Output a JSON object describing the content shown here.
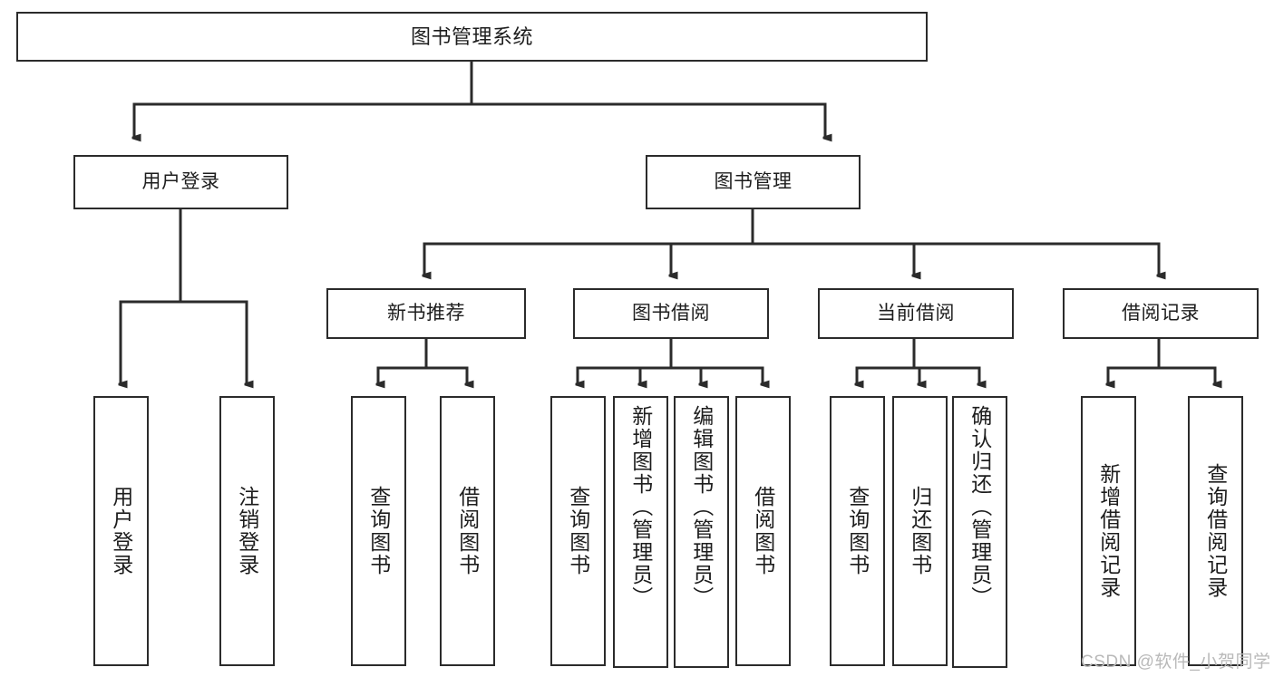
{
  "diagram": {
    "title": "图书管理系统",
    "type": "hierarchy-tree",
    "stroke_color": "#2b2b2b",
    "fill_color": "#ffffff",
    "text_color": "#1d1d1d",
    "watermark": "CSDN @软件_小贺同学",
    "watermark_color": "#b9b9b9"
  },
  "nodes": {
    "root": {
      "label": "图书管理系统",
      "level": 0
    },
    "level1": [
      {
        "id": "user-login",
        "label": "用户登录"
      },
      {
        "id": "book-manage",
        "label": "图书管理"
      }
    ],
    "level2": [
      {
        "id": "new-book-recommend",
        "label": "新书推荐",
        "parent": "book-manage"
      },
      {
        "id": "book-borrow",
        "label": "图书借阅",
        "parent": "book-manage"
      },
      {
        "id": "current-borrow",
        "label": "当前借阅",
        "parent": "book-manage"
      },
      {
        "id": "borrow-record",
        "label": "借阅记录",
        "parent": "book-manage"
      }
    ],
    "leaves": [
      {
        "id": "leaf-user-login",
        "label": "用户登录",
        "parent": "user-login"
      },
      {
        "id": "leaf-user-logout",
        "label": "注销登录",
        "parent": "user-login"
      },
      {
        "id": "leaf-query-book-1",
        "label": "查询图书",
        "parent": "new-book-recommend"
      },
      {
        "id": "leaf-borrow-book-1",
        "label": "借阅图书",
        "parent": "new-book-recommend"
      },
      {
        "id": "leaf-query-book-2",
        "label": "查询图书",
        "parent": "book-borrow"
      },
      {
        "id": "leaf-add-book",
        "label": "新增图书（管理员）",
        "parent": "book-borrow"
      },
      {
        "id": "leaf-edit-book",
        "label": "编辑图书（管理员）",
        "parent": "book-borrow"
      },
      {
        "id": "leaf-borrow-book-2",
        "label": "借阅图书",
        "parent": "book-borrow"
      },
      {
        "id": "leaf-query-book-3",
        "label": "查询图书",
        "parent": "current-borrow"
      },
      {
        "id": "leaf-return-book",
        "label": "归还图书",
        "parent": "current-borrow"
      },
      {
        "id": "leaf-confirm-return",
        "label": "确认归还（管理员）",
        "parent": "current-borrow"
      },
      {
        "id": "leaf-add-record",
        "label": "新增借阅记录",
        "parent": "borrow-record"
      },
      {
        "id": "leaf-query-record",
        "label": "查询借阅记录",
        "parent": "borrow-record"
      }
    ]
  }
}
